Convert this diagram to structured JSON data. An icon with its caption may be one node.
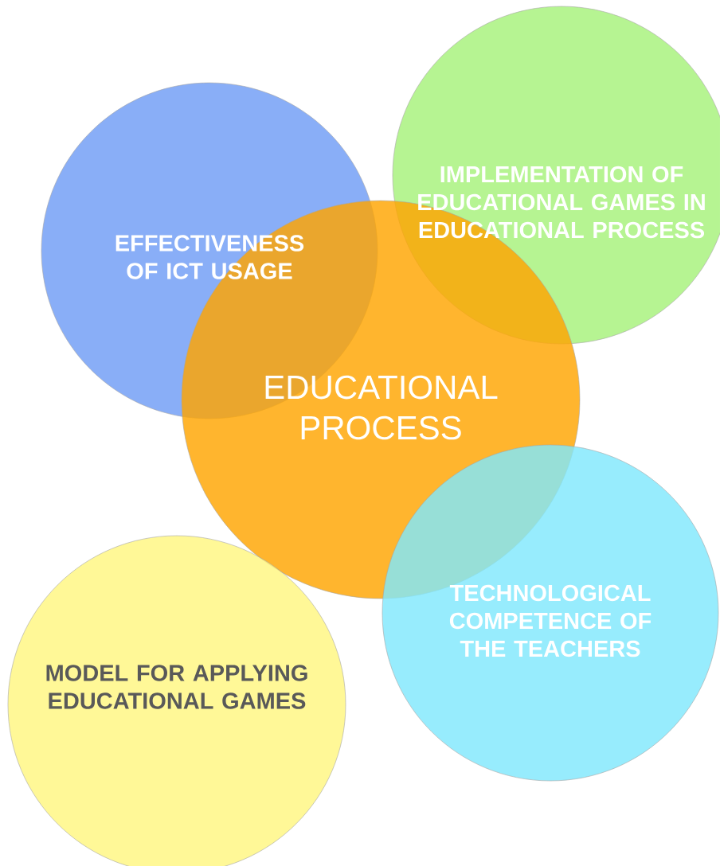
{
  "diagram": {
    "nodes": [
      {
        "text": [
          "EFFECTIVENESS OF ICT USAGE"
        ]
      },
      {
        "text": [
          "IMPLEMENTATION OF EDUCATIONAL GAMES IN EDUCATIONAL PROCESS"
        ]
      },
      {
        "text": [
          "EDUCATIONAL PROCESS"
        ]
      },
      {
        "text": [
          "TECHNOLOGICAL COMPETENCE OF THE TEACHERS"
        ]
      },
      {
        "text": [
          "MODEL FOR APPLYING EDUCATIONAL GAMES"
        ]
      }
    ]
  }
}
